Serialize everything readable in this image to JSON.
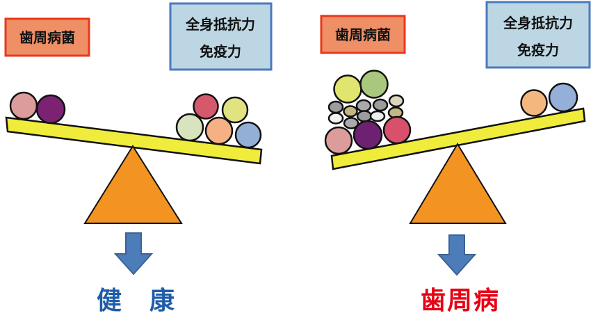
{
  "palette": {
    "background": "#FFFFFF",
    "outline": "#111111",
    "plank_yellow": "#F0EC3B",
    "fulcrum_orange": "#F39422",
    "arrow_fill": "#4D7DB8",
    "arrow_border": "#3B6394",
    "bacteria_box_fill": "#EE8F66",
    "bacteria_box_border": "#E8381C",
    "immunity_box_fill": "#BCD7E3",
    "immunity_box_border": "#4A79BD"
  },
  "panels": [
    {
      "id": "healthy",
      "bacteria_box": {
        "label": "歯周病菌",
        "fill": "#EE8F66",
        "border": "#E8381C"
      },
      "immunity_box": {
        "line1": "全身抵抗力",
        "line2": "免疫力",
        "fill": "#BCD7E3",
        "border": "#4A79BD"
      },
      "plank": {
        "fill": "#F0EC3B",
        "tilt": "down-right"
      },
      "fulcrum": {
        "fill": "#F39422"
      },
      "arrow": {
        "fill": "#4D7DB8"
      },
      "bacteria_circles": [
        {
          "color": "#DB9C9C",
          "size": "large"
        },
        {
          "color": "#7B2272",
          "size": "large"
        }
      ],
      "immunity_circles": [
        {
          "color": "#D8E4BE",
          "size": "large"
        },
        {
          "color": "#F5B183",
          "size": "large"
        },
        {
          "color": "#94AFD6",
          "size": "large"
        },
        {
          "color": "#D4596B",
          "size": "large"
        },
        {
          "color": "#E0E380",
          "size": "large"
        }
      ],
      "result": {
        "label": "健　康",
        "color": "#1F5CA9"
      }
    },
    {
      "id": "periodontal-disease",
      "bacteria_box": {
        "label": "歯周病菌",
        "fill": "#EE8F66",
        "border": "#E8381C"
      },
      "immunity_box": {
        "line1": "全身抵抗力",
        "line2": "免疫力",
        "fill": "#BCD7E3",
        "border": "#4A79BD"
      },
      "plank": {
        "fill": "#F0EC3B",
        "tilt": "down-left"
      },
      "fulcrum": {
        "fill": "#F39422"
      },
      "arrow": {
        "fill": "#4D7DB8"
      },
      "bacteria_circles": [
        {
          "color": "#DFE56E",
          "size": "large"
        },
        {
          "color": "#A9C87D",
          "size": "large"
        },
        {
          "color": "#9C9C9C",
          "size": "small"
        },
        {
          "color": "#C3B683",
          "size": "small"
        },
        {
          "color": "#A9A9A9",
          "size": "small"
        },
        {
          "color": "#9C9C9C",
          "size": "small"
        },
        {
          "color": "#DBD6BD",
          "size": "small"
        },
        {
          "color": "#F2F2F2",
          "size": "small"
        },
        {
          "color": "#ABABAB",
          "size": "small"
        },
        {
          "color": "#9C9C9C",
          "size": "small"
        },
        {
          "color": "#EDEDED",
          "size": "small"
        },
        {
          "color": "#C3B683",
          "size": "small"
        },
        {
          "color": "#DC9C9C",
          "size": "large"
        },
        {
          "color": "#6E2171",
          "size": "large"
        },
        {
          "color": "#D8506B",
          "size": "large"
        }
      ],
      "immunity_circles": [
        {
          "color": "#F4B87E",
          "size": "large"
        },
        {
          "color": "#94AFD8",
          "size": "large"
        }
      ],
      "result": {
        "label": "歯周病",
        "color": "#E60012"
      }
    }
  ]
}
